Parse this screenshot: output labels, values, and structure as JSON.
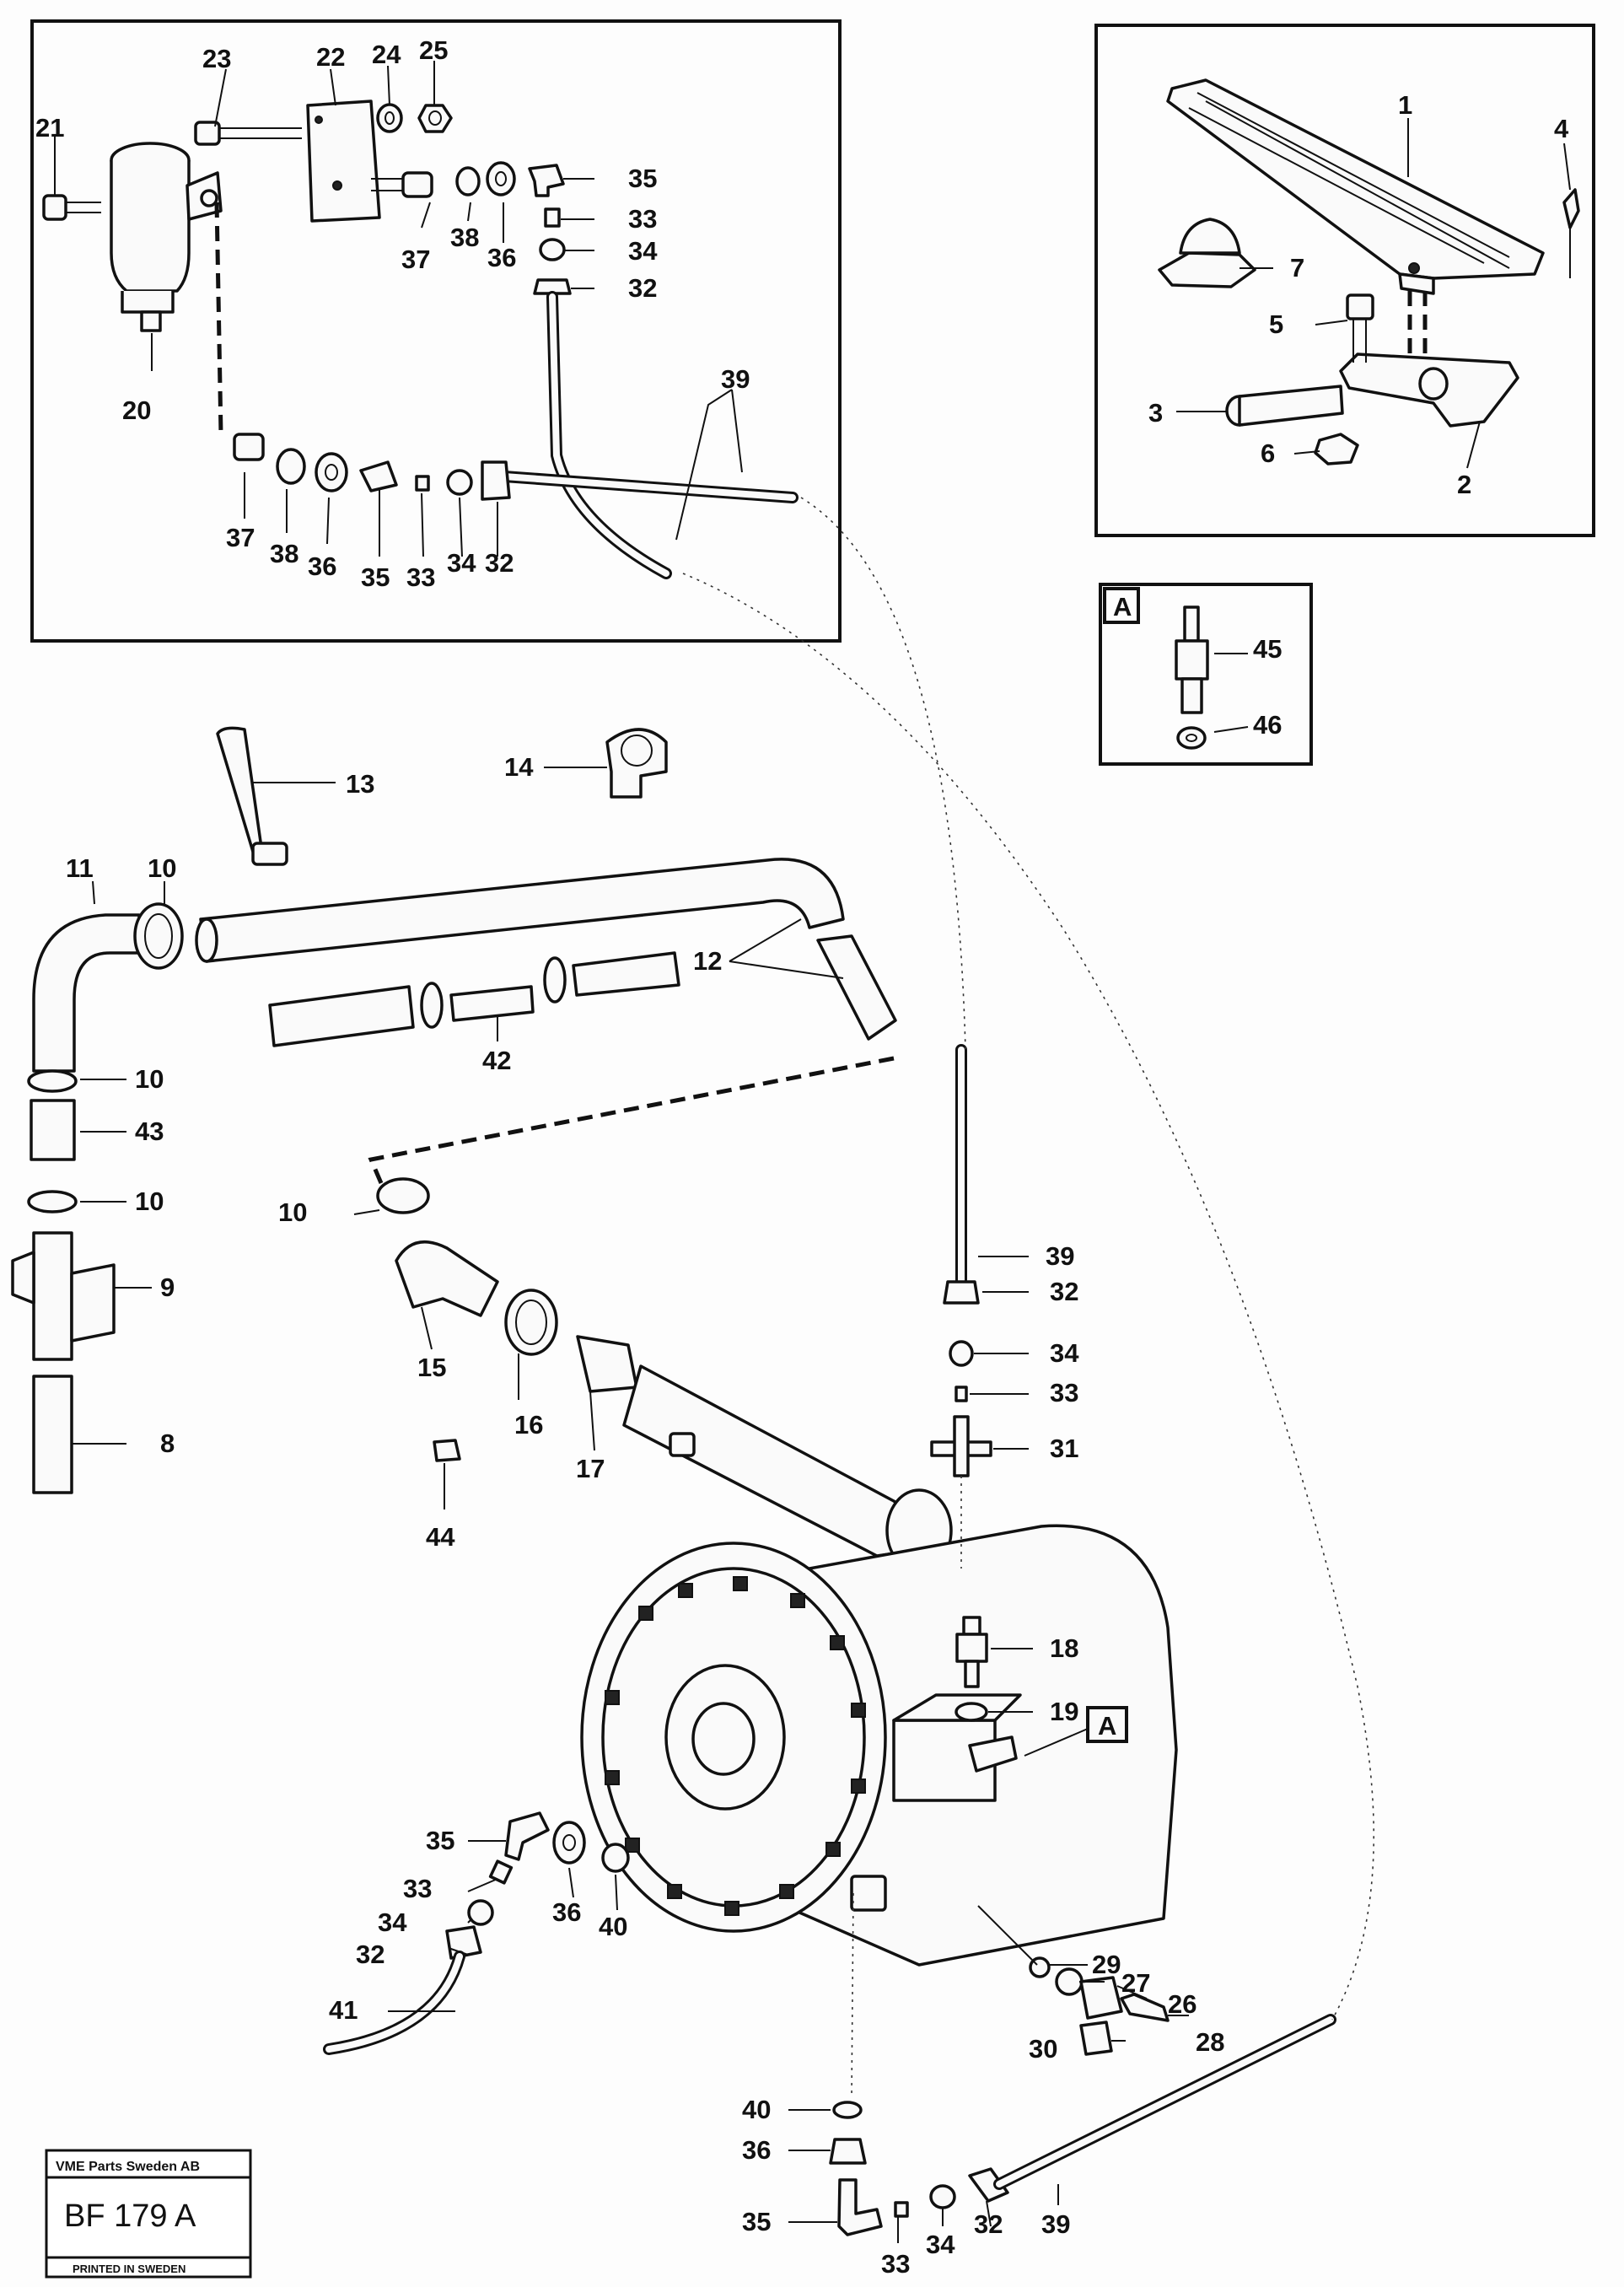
{
  "diagram": {
    "labels_top_left_box": [
      "23",
      "22",
      "24",
      "25",
      "21",
      "35",
      "33",
      "34",
      "37",
      "38",
      "36",
      "32",
      "20",
      "39",
      "37",
      "38",
      "36",
      "35",
      "33",
      "34",
      "32"
    ],
    "labels_top_right_box": [
      "1",
      "4",
      "7",
      "5",
      "3",
      "6",
      "2"
    ],
    "labels_detail_a": [
      "45",
      "46"
    ],
    "detail_marker": "A",
    "labels_main": [
      "13",
      "14",
      "11",
      "10",
      "12",
      "42",
      "10",
      "43",
      "10",
      "9",
      "8",
      "10",
      "15",
      "16",
      "17",
      "44",
      "39",
      "32",
      "34",
      "33",
      "31",
      "18",
      "19",
      "35",
      "33",
      "34",
      "32",
      "41",
      "36",
      "40",
      "29",
      "27",
      "26",
      "28",
      "30",
      "40",
      "36",
      "35",
      "33",
      "34",
      "32",
      "39"
    ]
  },
  "stamp": {
    "company": "VME Parts Sweden AB",
    "code": "BF 179 A",
    "printed": "PRINTED IN SWEDEN"
  }
}
